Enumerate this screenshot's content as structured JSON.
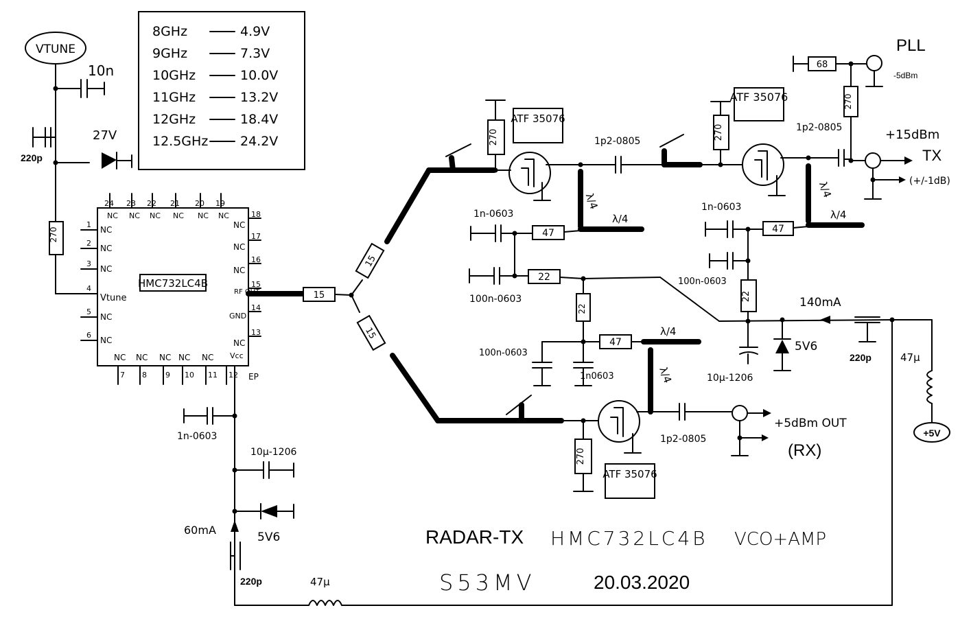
{
  "freq_table": [
    {
      "f": "8GHz",
      "v": "4.9V"
    },
    {
      "f": "9GHz",
      "v": "7.3V"
    },
    {
      "f": "10GHz",
      "v": "10.0V"
    },
    {
      "f": "11GHz",
      "v": "13.2V"
    },
    {
      "f": "12GHz",
      "v": "18.4V"
    },
    {
      "f": "12.5GHz",
      "v": "24.2V"
    }
  ],
  "labels": {
    "vtune_node": "VTUNE",
    "cap_10n": "10n",
    "diode_27v": "27V",
    "cap_220p_top": "220p",
    "res_270_vco": "270",
    "ic_name": "HMC732LC4B",
    "pin_vtune": "Vtune",
    "pin_rf_out": "RF OUT",
    "pin_gnd": "GND",
    "pin_vcc": "Vcc",
    "pin_ep": "EP",
    "nc": "NC",
    "tl_15_a": "15",
    "tl_15_b": "15",
    "tl_15_c": "15",
    "atf_top_left": "ATF 35076",
    "atf_top_right": "ATF 35076",
    "atf_bottom": "ATF 35076",
    "res_270_a": "270",
    "res_270_b": "270",
    "res_270_c": "270",
    "res_270_pll": "270",
    "res_68": "68",
    "pll": "PLL",
    "pll_level": "-5dBm",
    "tx_power": "+15dBm",
    "tx": "TX",
    "tx_tol": "(+/-1dB)",
    "cap_1p2_a": "1p2-0805",
    "cap_1p2_b": "1p2-0805",
    "cap_1p2_c": "1p2-0805",
    "lambda4": "λ/4",
    "cap_1n_a": "1n-0603",
    "cap_1n_b": "1n-0603",
    "cap_1n_c": "1n-0603",
    "cap_1n_d": "1n0603",
    "cap_100n_a": "100n-0603",
    "cap_100n_b": "100n-0603",
    "cap_100n_c": "100n-0603",
    "res_47_a": "47",
    "res_47_b": "47",
    "res_47_c": "47",
    "res_22_a": "22",
    "res_22_b": "22",
    "res_22_c": "22",
    "current_140": "140mA",
    "zener_5v6_a": "5V6",
    "zener_5v6_b": "5V6",
    "cap_10u_a": "10µ-1206",
    "cap_10u_b": "10µ-1206",
    "cap_220p_b": "220p",
    "cap_220p_c": "220p",
    "ind_47u_a": "47µ",
    "ind_47u_b": "47µ",
    "plus5v": "+5V",
    "rx_power": "+5dBm OUT",
    "rx": "(RX)",
    "current_60": "60mA",
    "title": "RADAR-TX",
    "title_part": "HMC732LC4B",
    "title_desc": "VCO+AMP",
    "callsign": "S53MV",
    "date": "20.03.2020"
  },
  "pins": {
    "left": [
      "1",
      "2",
      "3",
      "4",
      "5",
      "6"
    ],
    "bottom": [
      "7",
      "8",
      "9",
      "10",
      "11",
      "12"
    ],
    "right": [
      "18",
      "17",
      "16",
      "15",
      "14",
      "13"
    ],
    "top": [
      "24",
      "23",
      "22",
      "21",
      "20",
      "19"
    ]
  }
}
